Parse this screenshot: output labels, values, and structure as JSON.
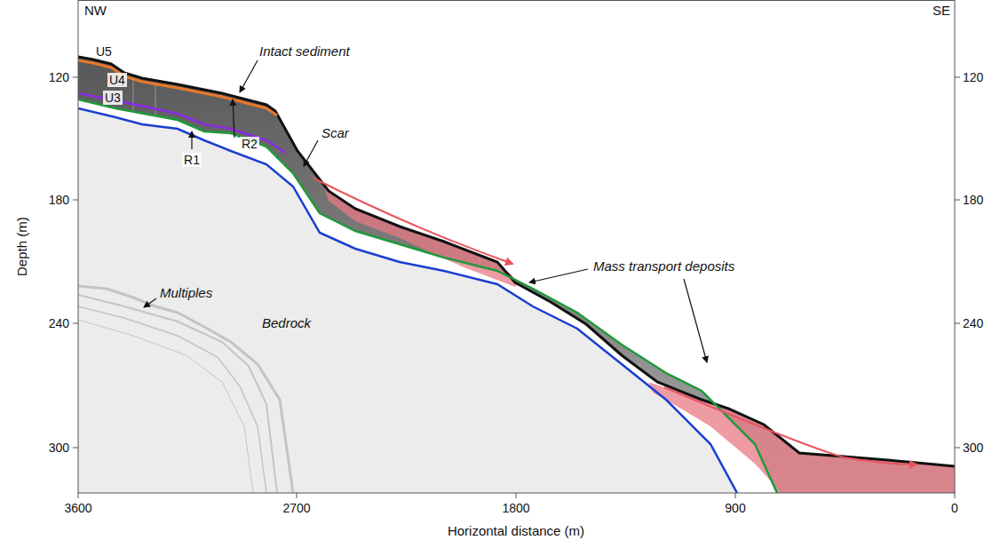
{
  "diagram": {
    "labels": [
      "NW",
      "SE",
      "120",
      "180",
      "240",
      "300",
      "120",
      "180",
      "240",
      "300",
      "Depth (m)",
      "3600",
      "2700",
      "1800",
      "900",
      "0",
      "Horizontal distance (m)",
      "U5",
      "U4",
      "U3",
      "R1",
      "R2",
      "Intact sediment",
      "Scar",
      "Mass transport deposits",
      "Multiples",
      "Bedrock"
    ]
  }
}
